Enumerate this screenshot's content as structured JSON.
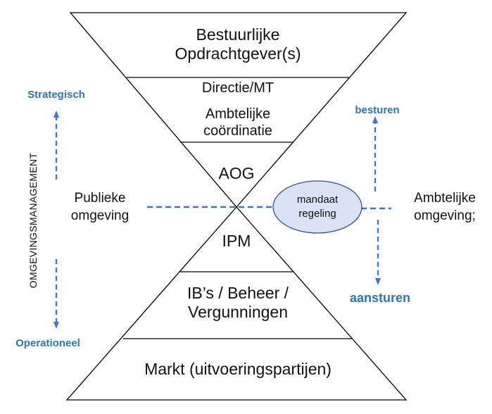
{
  "colors": {
    "stroke": "#000000",
    "dash_blue": "#4472c4",
    "label_blue": "#2e75b6",
    "ellipse_fill": "#dae3f3",
    "ellipse_stroke": "#2f528f"
  },
  "diagram": {
    "top_level": [
      "Bestuurlijke",
      "Opdrachtgever(s)"
    ],
    "directie": "Directie/MT",
    "coordinatie": [
      "Ambtelijke",
      "coördinatie"
    ],
    "aog": "AOG",
    "ipm": "IPM",
    "ibs": [
      "IB’s / Beheer /",
      "Vergunningen"
    ],
    "markt": "Markt (uitvoeringspartijen)",
    "publiek": [
      "Publieke",
      "omgeving"
    ],
    "ambtelijk": [
      "Ambtelijke",
      "omgeving;"
    ],
    "mandaat": [
      "mandaat",
      "regeling"
    ],
    "left_axis": {
      "label": "OMGEVINGSMANAGEMENT",
      "top": "Strategisch",
      "bottom": "Operationeel"
    },
    "right_axis": {
      "top": "besturen",
      "bottom": "aansturen"
    }
  }
}
